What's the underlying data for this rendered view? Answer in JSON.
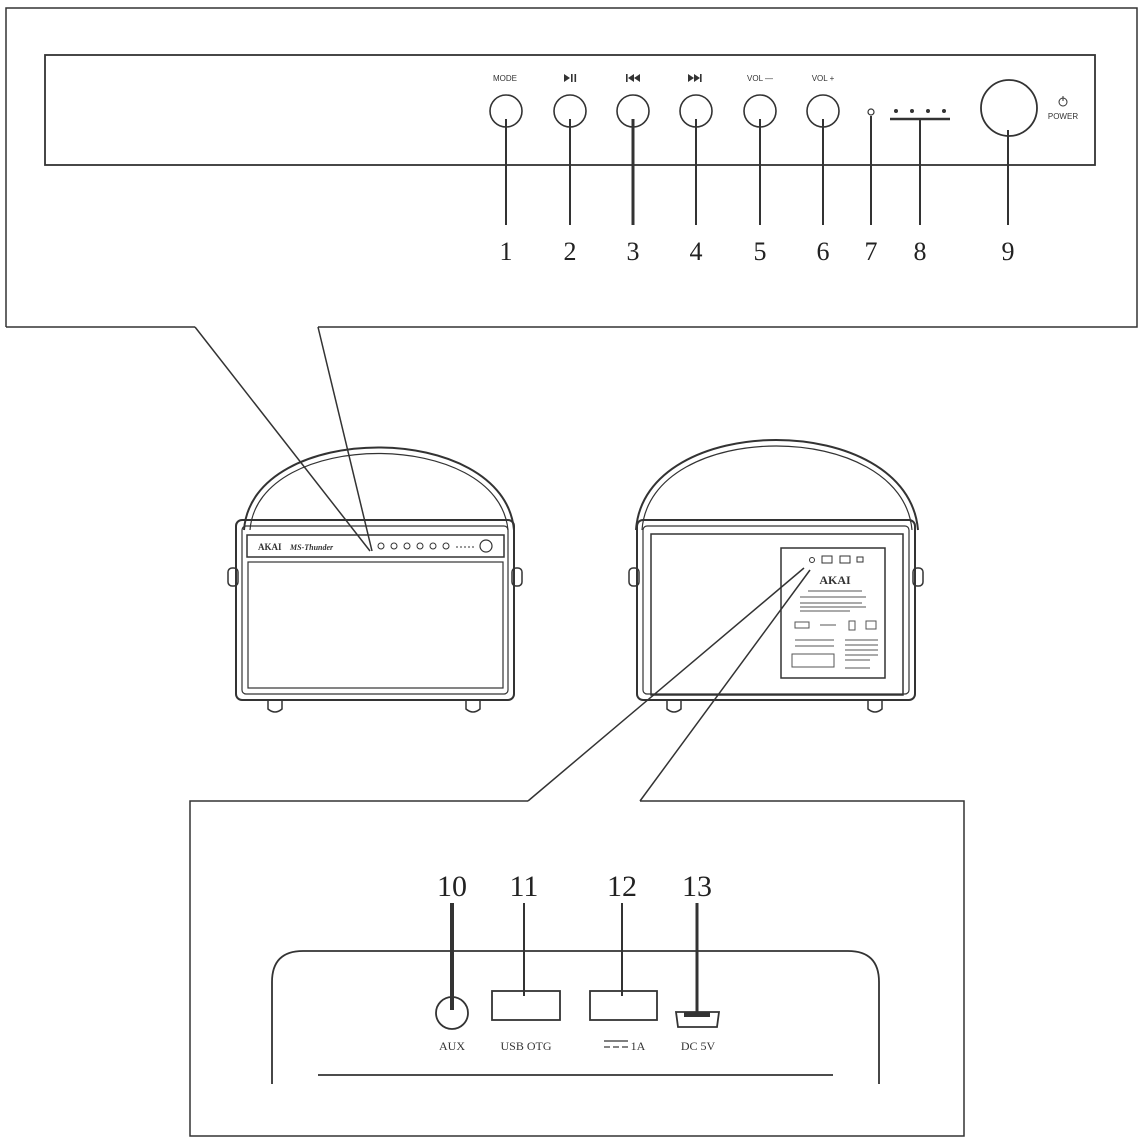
{
  "front_panel": {
    "button_labels": [
      "MODE",
      "▶II",
      "◀◀",
      "▶▶",
      "VOL —",
      "VOL +"
    ],
    "power_label": "POWER",
    "callout_numbers": [
      "1",
      "2",
      "3",
      "4",
      "5",
      "6",
      "7",
      "8",
      "9"
    ]
  },
  "speaker_front": {
    "brand": "AKAI",
    "model": "MS-Thunder"
  },
  "speaker_back": {
    "brand": "AKAI"
  },
  "back_panel": {
    "callout_numbers": [
      "10",
      "11",
      "12",
      "13"
    ],
    "port_labels": [
      "AUX",
      "USB OTG",
      "1A",
      "DC 5V"
    ]
  },
  "colors": {
    "ink": "#333333",
    "background": "#ffffff"
  },
  "icons": [
    "play-pause-icon",
    "previous-track-icon",
    "next-track-icon",
    "power-icon"
  ]
}
